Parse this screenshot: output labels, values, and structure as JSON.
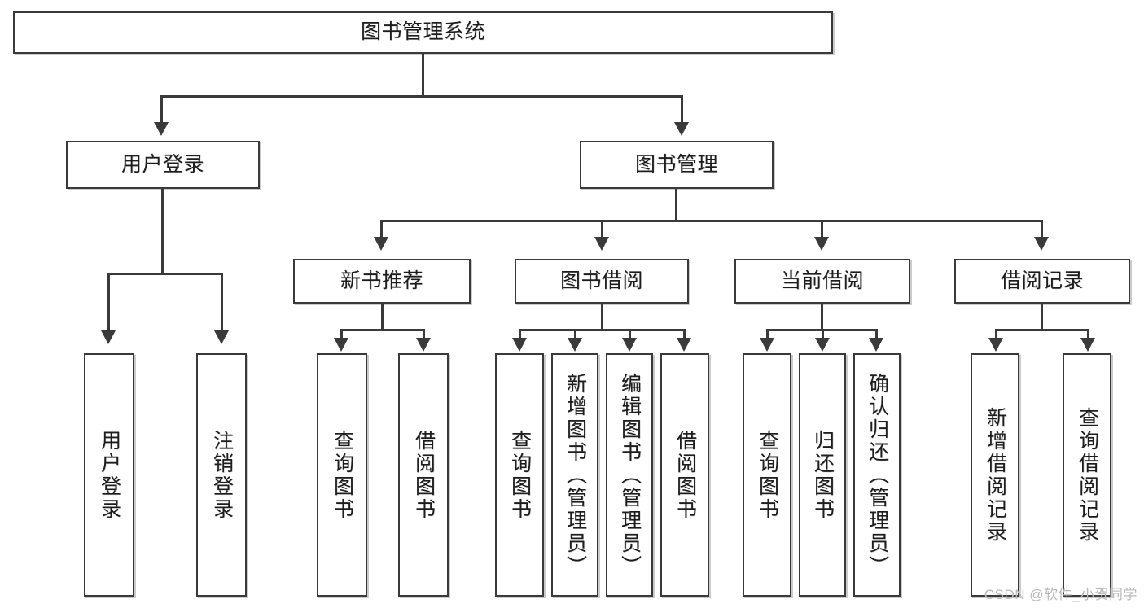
{
  "diagram": {
    "type": "tree",
    "title": "图书管理系统",
    "root": {
      "label": "图书管理系统"
    },
    "level2": [
      {
        "label": "用户登录"
      },
      {
        "label": "图书管理"
      }
    ],
    "level3": [
      {
        "label": "新书推荐"
      },
      {
        "label": "图书借阅"
      },
      {
        "label": "当前借阅"
      },
      {
        "label": "借阅记录"
      }
    ],
    "leaves": {
      "user_login": [
        {
          "label": "用户登录"
        },
        {
          "label": "注销登录"
        }
      ],
      "new_book": [
        {
          "label": "查询图书"
        },
        {
          "label": "借阅图书"
        }
      ],
      "book_borrow": [
        {
          "label": "查询图书"
        },
        {
          "label": "新增图书（管理员）"
        },
        {
          "label": "编辑图书（管理员）"
        },
        {
          "label": "借阅图书"
        }
      ],
      "current_borrow": [
        {
          "label": "查询图书"
        },
        {
          "label": "归还图书"
        },
        {
          "label": "确认归还（管理员）"
        }
      ],
      "borrow_record": [
        {
          "label": "新增借阅记录"
        },
        {
          "label": "查询借阅记录"
        }
      ]
    }
  },
  "watermark": {
    "text": "CSDN @软件_小贺同学"
  },
  "colors": {
    "border": "#3a3a3a",
    "text": "#1d1d1d",
    "background": "#ffffff",
    "watermark": "#b9b9b9"
  }
}
